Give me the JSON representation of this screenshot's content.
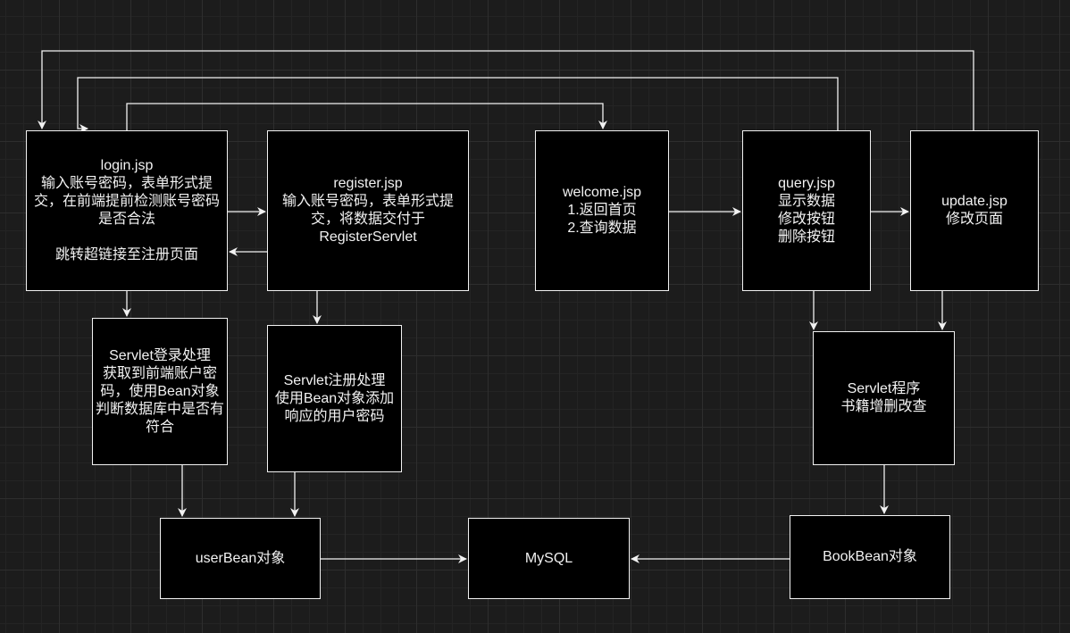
{
  "nodes": {
    "login": "login.jsp\n输入账号密码，表单形式提交，在前端提前检测账号密码是否合法\n\n跳转超链接至注册页面",
    "register": "register.jsp\n输入账号密码，表单形式提交，将数据交付于RegisterServlet",
    "welcome": "welcome.jsp\n1.返回首页\n2.查询数据",
    "query": "query.jsp\n显示数据\n修改按钮\n删除按钮",
    "update": "update.jsp\n修改页面",
    "servlet_login": "Servlet登录处理\n获取到前端账户密码，使用Bean对象判断数据库中是否有符合",
    "servlet_register": "Servlet注册处理\n使用Bean对象添加响应的用户密码",
    "servlet_book": "Servlet程序\n书籍增删改查",
    "user_bean": "userBean对象",
    "mysql": "MySQL",
    "book_bean": "BookBean对象"
  },
  "colors": {
    "background": "#1c1c1c",
    "node_fill": "#000000",
    "stroke": "#f2f2f2",
    "text": "#f2f2f2"
  }
}
